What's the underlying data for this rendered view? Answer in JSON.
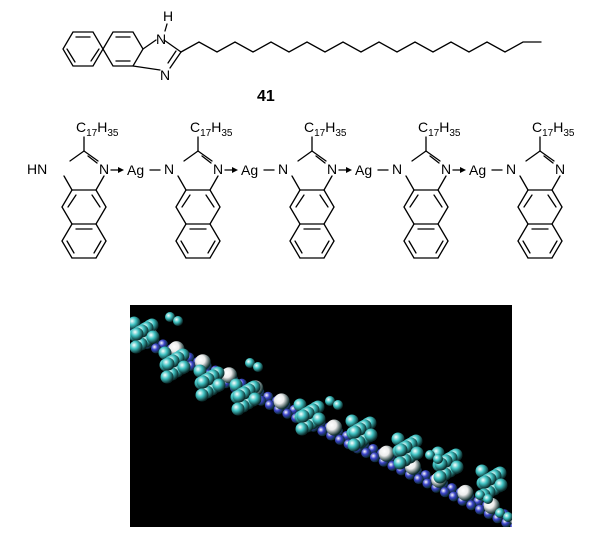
{
  "compound": {
    "number": "41",
    "nh_label": "H",
    "n_label": "N"
  },
  "chain": {
    "units": [
      {
        "substituent": "C17H35",
        "c": "C",
        "c_sub": "17",
        "h": "H",
        "h_sub": "35",
        "left_label": "HN",
        "right_label": "N",
        "metal": "Ag"
      },
      {
        "substituent": "C17H35",
        "c": "C",
        "c_sub": "17",
        "h": "H",
        "h_sub": "35",
        "left_label": "N",
        "right_label": "N",
        "metal": "Ag"
      },
      {
        "substituent": "C17H35",
        "c": "C",
        "c_sub": "17",
        "h": "H",
        "h_sub": "35",
        "left_label": "N",
        "right_label": "N",
        "metal": "Ag"
      },
      {
        "substituent": "C17H35",
        "c": "C",
        "c_sub": "17",
        "h": "H",
        "h_sub": "35",
        "left_label": "N",
        "right_label": "N",
        "metal": "Ag"
      },
      {
        "substituent": "C17H35",
        "c": "C",
        "c_sub": "17",
        "h": "H",
        "h_sub": "35",
        "left_label": "N",
        "right_label": "N"
      }
    ]
  },
  "model": {
    "background": "#000000",
    "carbon_color": "#3fc3c3",
    "nitrogen_color": "#3a43c9",
    "silver_color": "#ececec"
  }
}
